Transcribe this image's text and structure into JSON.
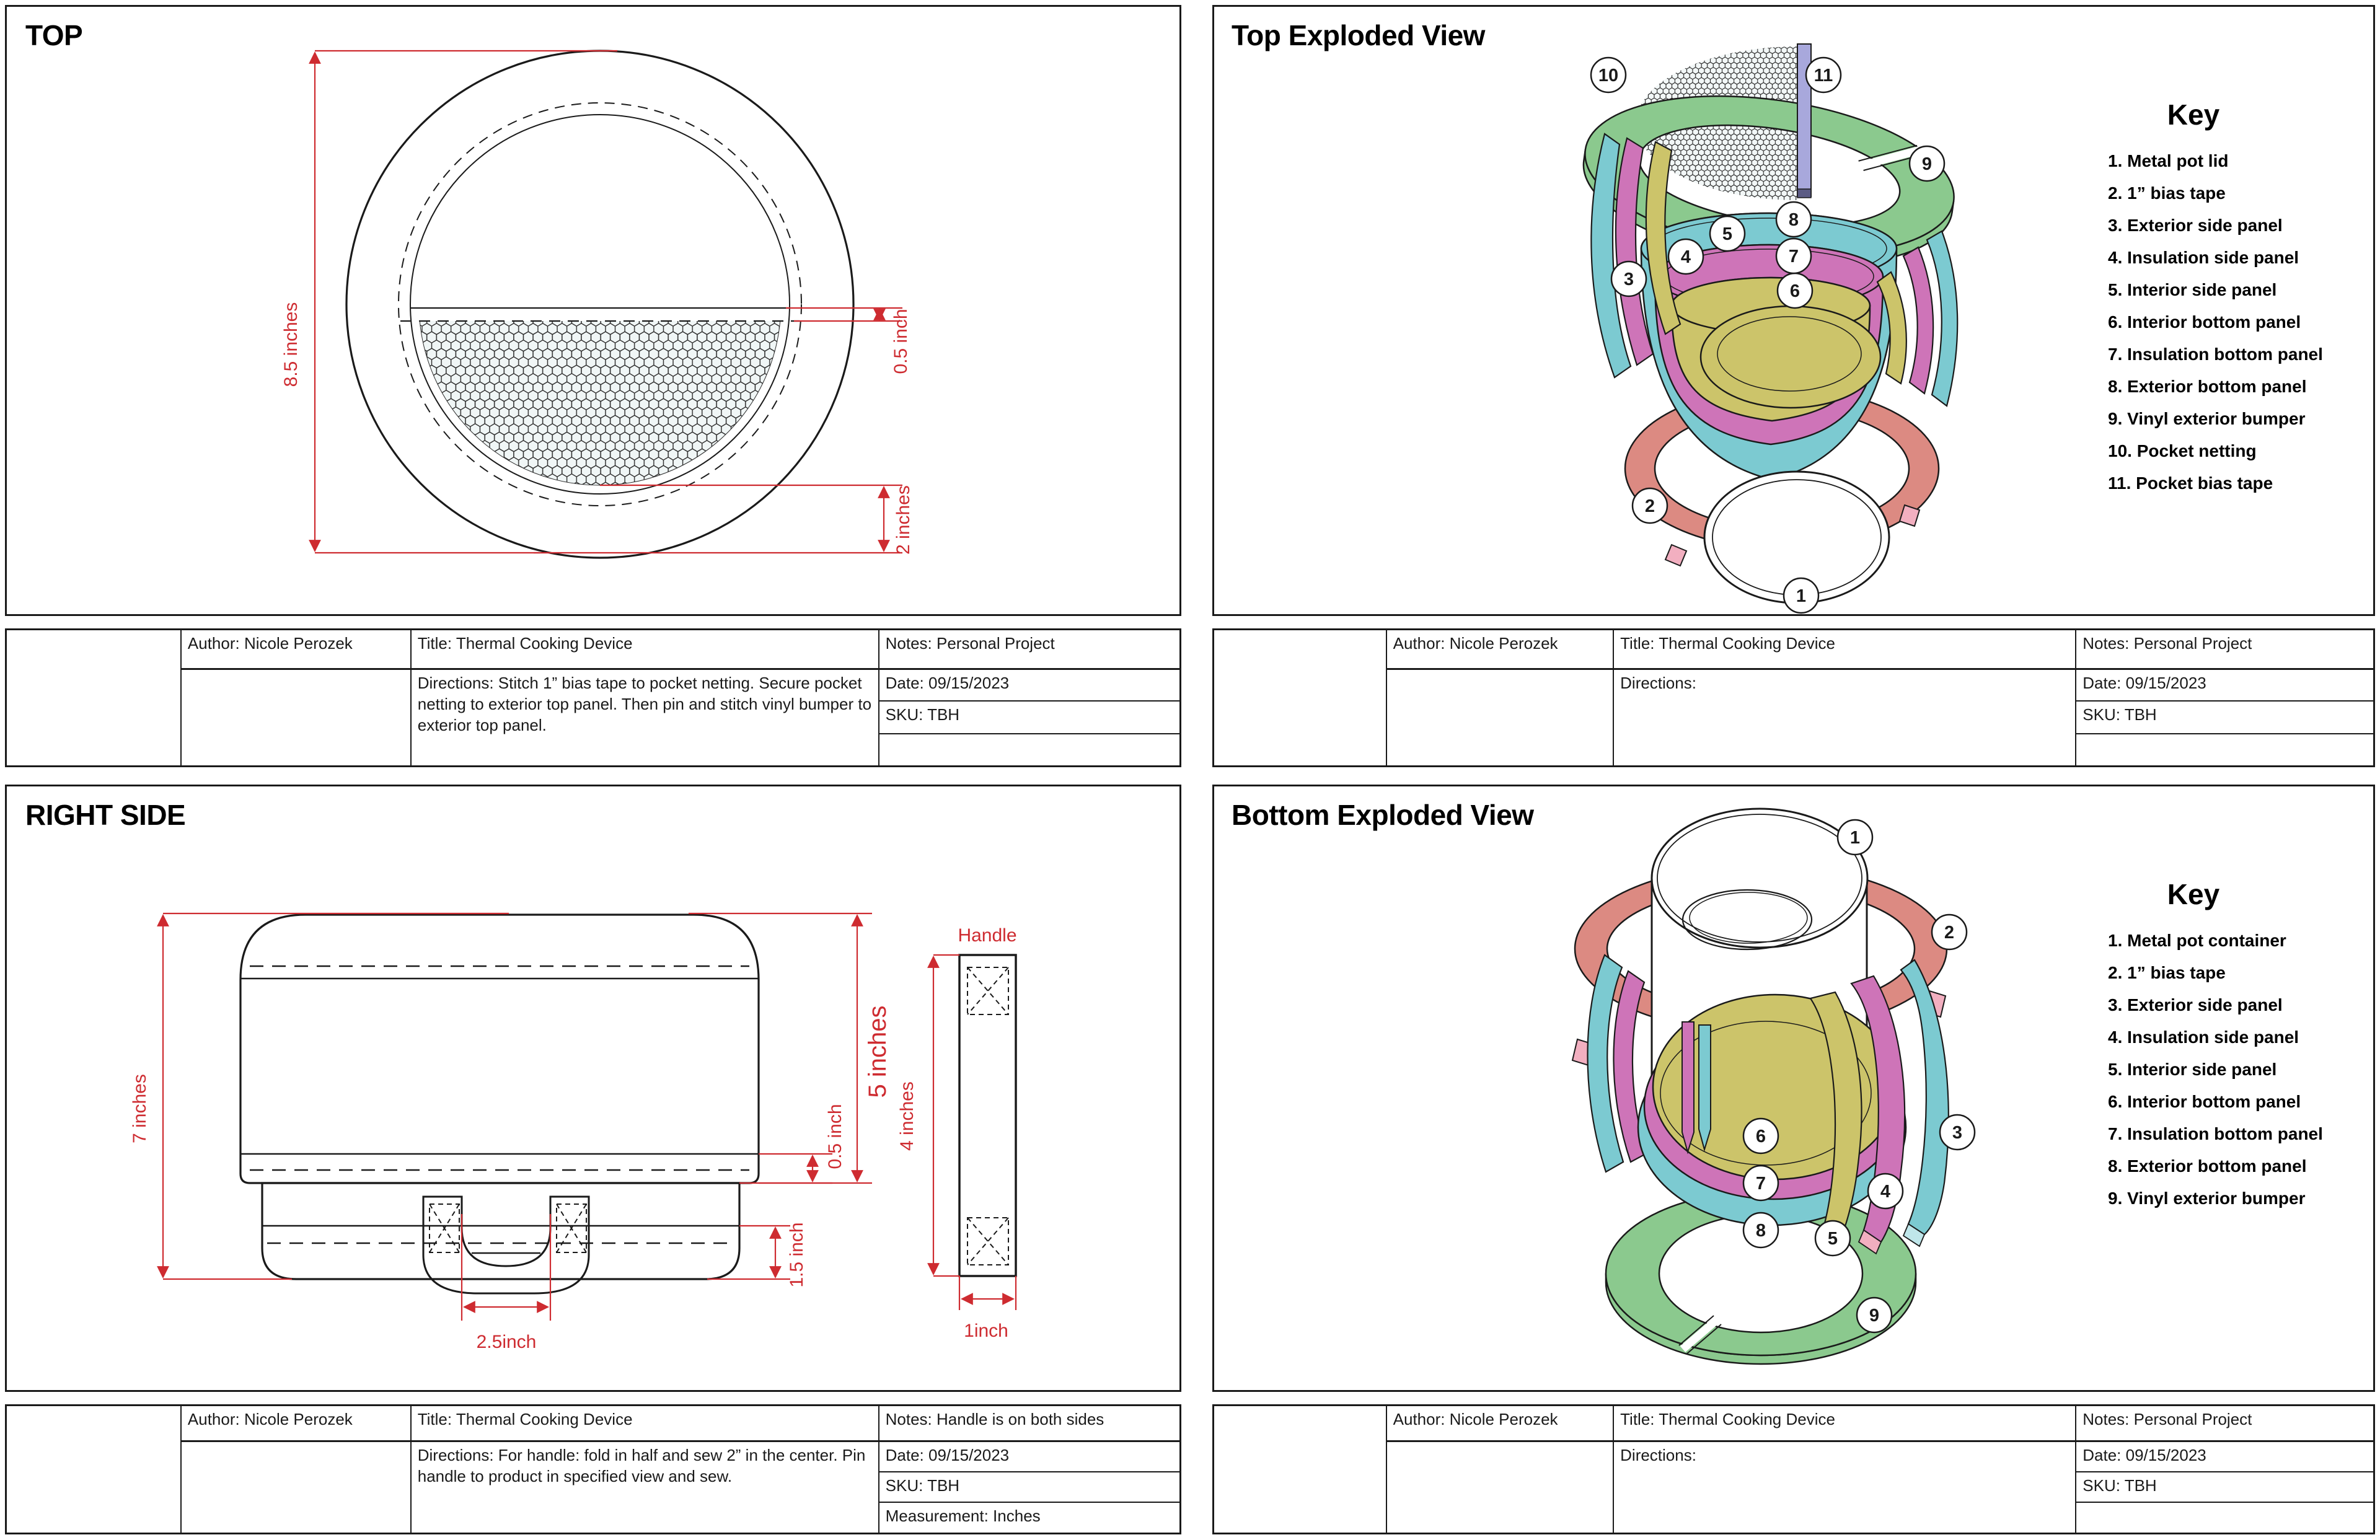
{
  "colors": {
    "ink": "#1a1a1a",
    "dim_red": "#CE2B30",
    "green": "#8BC98E",
    "teal": "#7CCAD1",
    "pink": "#CE74B8",
    "light_pink": "#F2AFC0",
    "yellow": "#CCC46A",
    "salmon": "#DC8A82",
    "lavender": "#A8A8DC"
  },
  "panels": {
    "top_view": {
      "title": "TOP",
      "dims": {
        "height": "8.5 inches",
        "seam": "0.5 inch",
        "gap": "2 inches"
      }
    },
    "top_exploded": {
      "title": "Top Exploded View",
      "key_title": "Key",
      "key_items": [
        "1. Metal pot lid",
        "2. 1” bias tape",
        "3. Exterior side panel",
        "4. Insulation side panel",
        "5. Interior side panel",
        "6. Interior bottom panel",
        "7. Insulation bottom panel",
        "8. Exterior bottom panel",
        "9. Vinyl exterior bumper",
        "10. Pocket netting",
        "11. Pocket bias tape"
      ],
      "balloons": [
        "1",
        "2",
        "3",
        "4",
        "5",
        "6",
        "7",
        "8",
        "9",
        "10",
        "11"
      ]
    },
    "right_side": {
      "title": "RIGHT SIDE",
      "dims": {
        "height": "7 inches",
        "body": "5 inches",
        "seam": "0.5 inch",
        "lid": "1.5 inch",
        "handle_span": "2.5inch",
        "handle": "Handle",
        "handle_height": "4 inches",
        "handle_width": "1inch"
      }
    },
    "bottom_exploded": {
      "title": "Bottom Exploded View",
      "key_title": "Key",
      "key_items": [
        "1. Metal pot container",
        "2. 1” bias tape",
        "3. Exterior side panel",
        "4. Insulation side panel",
        "5. Interior side panel",
        "6. Interior bottom panel",
        "7. Insulation bottom panel",
        "8. Exterior bottom panel",
        "9. Vinyl exterior bumper"
      ],
      "balloons": [
        "1",
        "2",
        "3",
        "4",
        "5",
        "6",
        "7",
        "8",
        "9"
      ]
    }
  },
  "tables": [
    {
      "author": "Author: Nicole Perozek",
      "title": "Title: Thermal Cooking Device",
      "notes": "Notes: Personal Project",
      "directions": "Directions: Stitch 1” bias tape to pocket netting. Secure pocket netting to exterior top panel. Then pin and stitch vinyl bumper to exterior top panel.",
      "date": "Date: 09/15/2023",
      "sku": "SKU: TBH",
      "extra": ""
    },
    {
      "author": "Author: Nicole Perozek",
      "title": "Title: Thermal Cooking Device",
      "notes": "Notes: Personal Project",
      "directions": "Directions:",
      "date": "Date: 09/15/2023",
      "sku": "SKU: TBH",
      "extra": ""
    },
    {
      "author": "Author: Nicole Perozek",
      "title": "Title: Thermal Cooking Device",
      "notes": "Notes: Handle is on both sides",
      "directions": "Directions: For handle: fold in half and sew 2” in the center. Pin handle to product in specified view and sew.",
      "date": "Date: 09/15/2023",
      "sku": "SKU: TBH",
      "extra": "Measurement: Inches"
    },
    {
      "author": "Author: Nicole Perozek",
      "title": "Title: Thermal Cooking Device",
      "notes": "Notes: Personal Project",
      "directions": "Directions:",
      "date": "Date: 09/15/2023",
      "sku": "SKU: TBH",
      "extra": ""
    }
  ]
}
